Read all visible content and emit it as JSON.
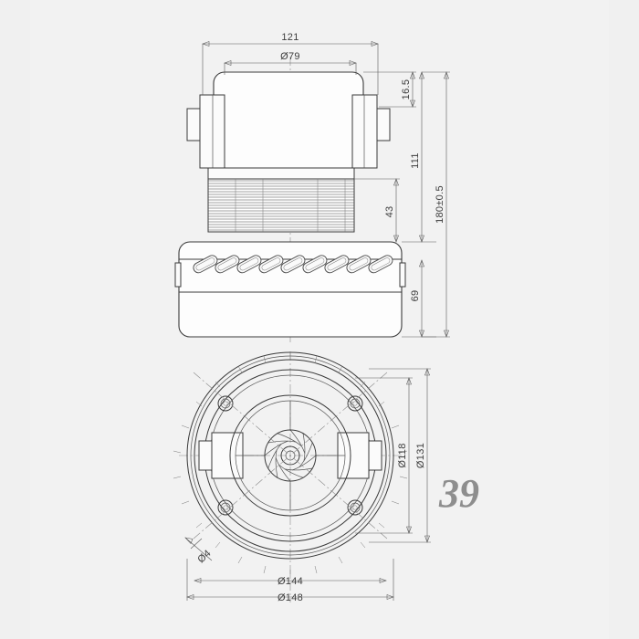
{
  "page": {
    "background_color": "#f0f0f0",
    "paper_color": "#f2f2f2",
    "line_color": "#3a3a3a",
    "dim_color": "#5a5a5a",
    "watermark_color": "#8e8e8e"
  },
  "drawing": {
    "title": "Vacuum motor / blower assembly technical drawing",
    "watermark": "39",
    "views": {
      "elevation": "side elevation view",
      "plan": "bottom plan view"
    }
  },
  "dimensions": {
    "top_overall_width": "121",
    "top_inlet_diameter": "Ø79",
    "top_flange_height": "16.5",
    "upper_height": "111",
    "stator_stack_height": "43",
    "housing_height": "69",
    "total_height": "180±0.5",
    "inner_bolt_circle": "Ø118",
    "outer_bolt_circle": "Ø131",
    "mounting_hole": "Ø4",
    "body_diameter": "Ø144",
    "flange_diameter": "Ø148"
  },
  "features": {
    "vent_slot_count": 9,
    "impeller_blade_count": 12,
    "mounting_hole_count": 4
  }
}
